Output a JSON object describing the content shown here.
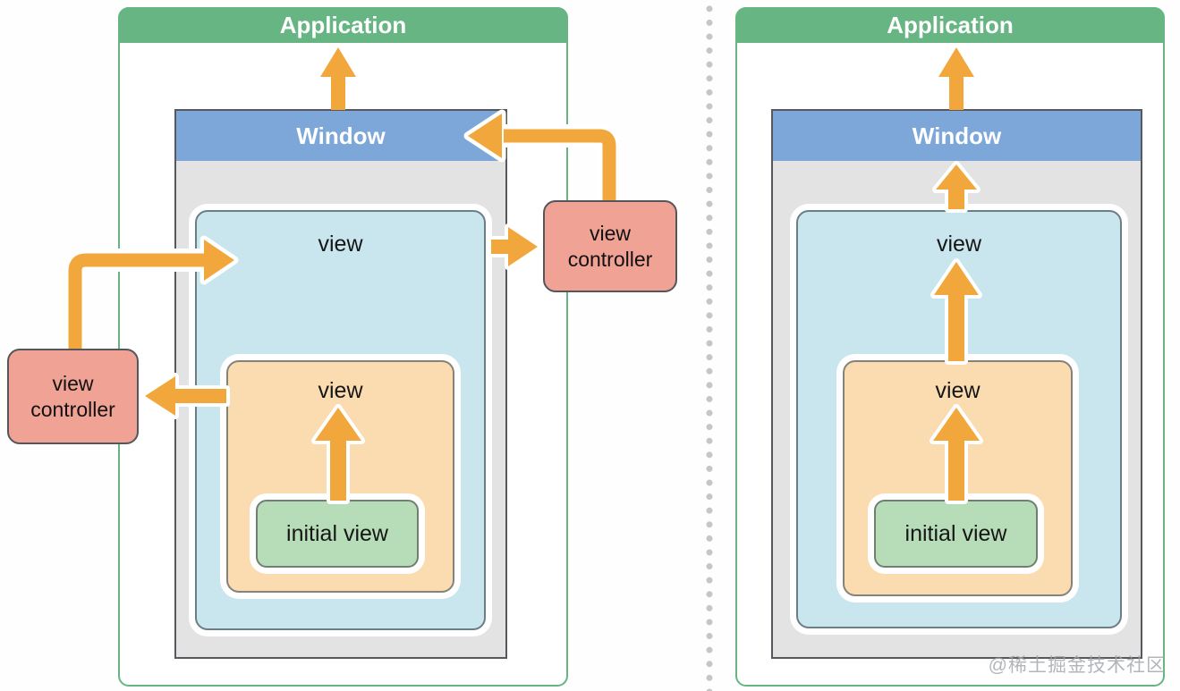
{
  "left_panel": {
    "application_label": "Application",
    "window_label": "Window",
    "view_label": "view",
    "inner_view_label": "view",
    "initial_view_label": "initial view",
    "left_view_controller_label": "view controller",
    "right_view_controller_label": "view controller"
  },
  "right_panel": {
    "application_label": "Application",
    "window_label": "Window",
    "view_label": "view",
    "inner_view_label": "view",
    "initial_view_label": "initial view"
  },
  "watermark": "@稀土掘金技术社区",
  "colors": {
    "application_green": "#66b583",
    "window_blue": "#7da7d8",
    "window_grey": "#e3e3e3",
    "window_border": "#56585d",
    "view_blue": "#c9e6ef",
    "view_blue_border": "#6b7d85",
    "view_orange": "#fbdcb0",
    "view_orange_border": "#84837a",
    "initial_view_green": "#b7dcb8",
    "initial_view_border": "#6f7f72",
    "view_controller_fill": "#f0a294",
    "view_controller_border": "#54565c",
    "arrow_orange": "#f2a73d",
    "divider_dot": "#c6c6c6",
    "watermark_grey": "#9fa4a9"
  }
}
